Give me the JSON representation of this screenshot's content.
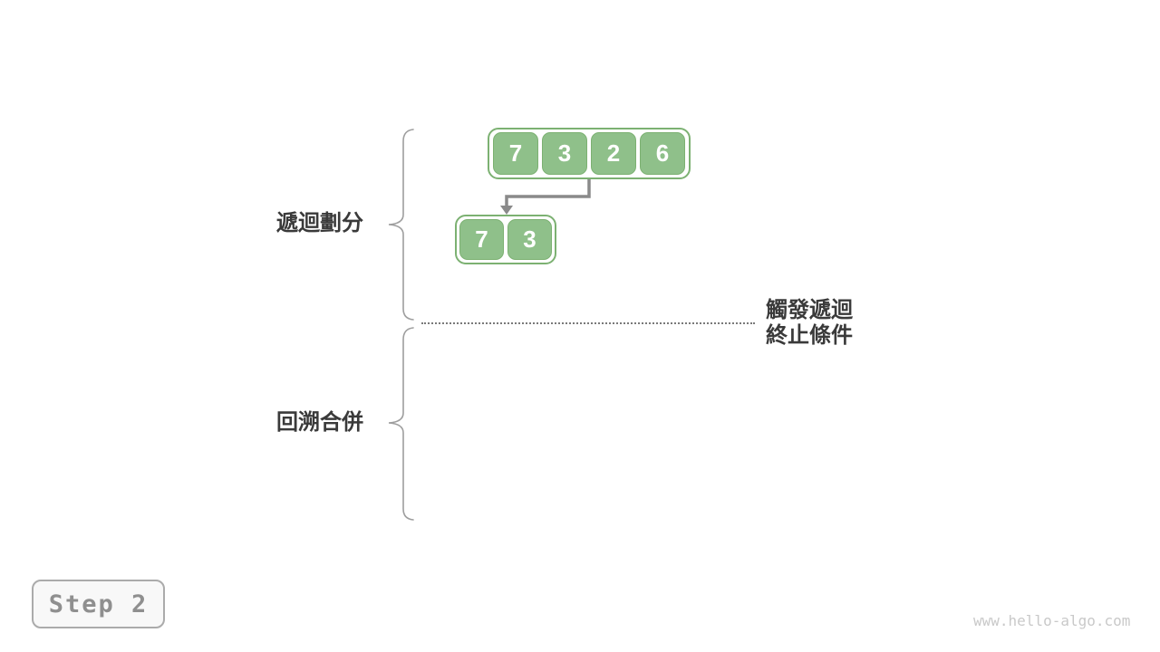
{
  "arrays": {
    "top": {
      "values": [
        "7",
        "3",
        "2",
        "6"
      ]
    },
    "sub": {
      "values": [
        "7",
        "3"
      ]
    }
  },
  "labels": {
    "divide": "遞迴劃分",
    "merge": "回溯合併",
    "termination_line1": "觸發遞迴",
    "termination_line2": "終止條件"
  },
  "badge": {
    "step": "Step 2"
  },
  "watermark": "www.hello-algo.com",
  "colors": {
    "cell_green": "#8FC08A",
    "cell_border": "#7CB172",
    "container_border": "#7CB172",
    "arrow_gray": "#8A8A8A",
    "label_dark": "#3A3A3A",
    "brace_gray": "#9E9E9E",
    "dotted_gray": "#7A7A7A",
    "step_text": "#8F8F8F",
    "step_border": "#ABABAB",
    "step_bg": "#F8F8F8",
    "watermark_gray": "#C9C9C9"
  }
}
